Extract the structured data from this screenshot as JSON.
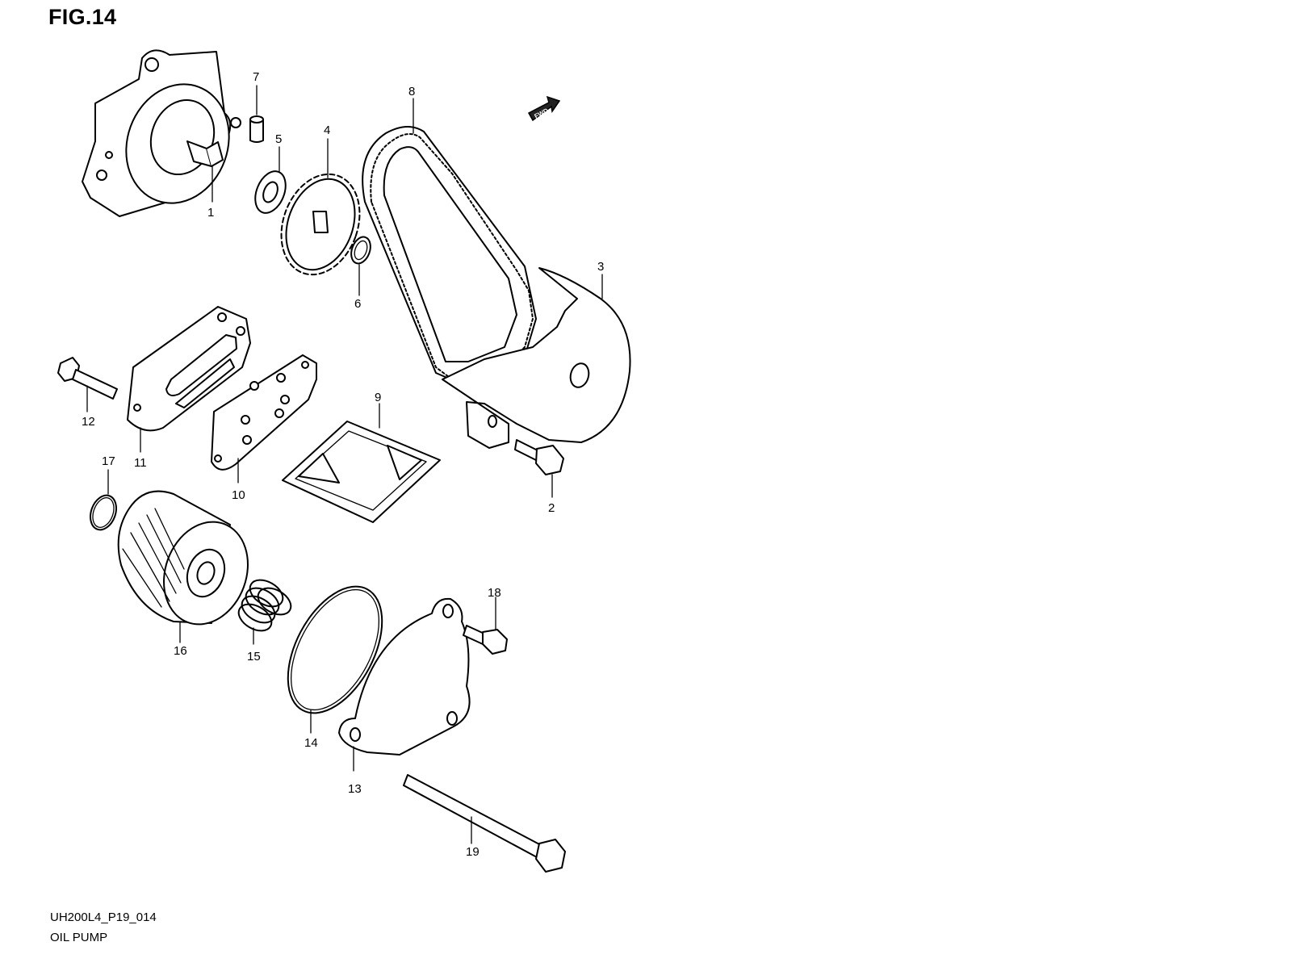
{
  "figure": {
    "title": "FIG.14",
    "code": "UH200L4_P19_014",
    "name": "OIL PUMP",
    "direction_label": "FWD"
  },
  "parts": [
    {
      "id": "part-1",
      "number": "1"
    },
    {
      "id": "part-2",
      "number": "2"
    },
    {
      "id": "part-3",
      "number": "3"
    },
    {
      "id": "part-4",
      "number": "4"
    },
    {
      "id": "part-5",
      "number": "5"
    },
    {
      "id": "part-6",
      "number": "6"
    },
    {
      "id": "part-7",
      "number": "7"
    },
    {
      "id": "part-8",
      "number": "8"
    },
    {
      "id": "part-9",
      "number": "9"
    },
    {
      "id": "part-10",
      "number": "10"
    },
    {
      "id": "part-11",
      "number": "11"
    },
    {
      "id": "part-12",
      "number": "12"
    },
    {
      "id": "part-13",
      "number": "13"
    },
    {
      "id": "part-14",
      "number": "14"
    },
    {
      "id": "part-15",
      "number": "15"
    },
    {
      "id": "part-16",
      "number": "16"
    },
    {
      "id": "part-17",
      "number": "17"
    },
    {
      "id": "part-18",
      "number": "18"
    },
    {
      "id": "part-19",
      "number": "19"
    }
  ]
}
